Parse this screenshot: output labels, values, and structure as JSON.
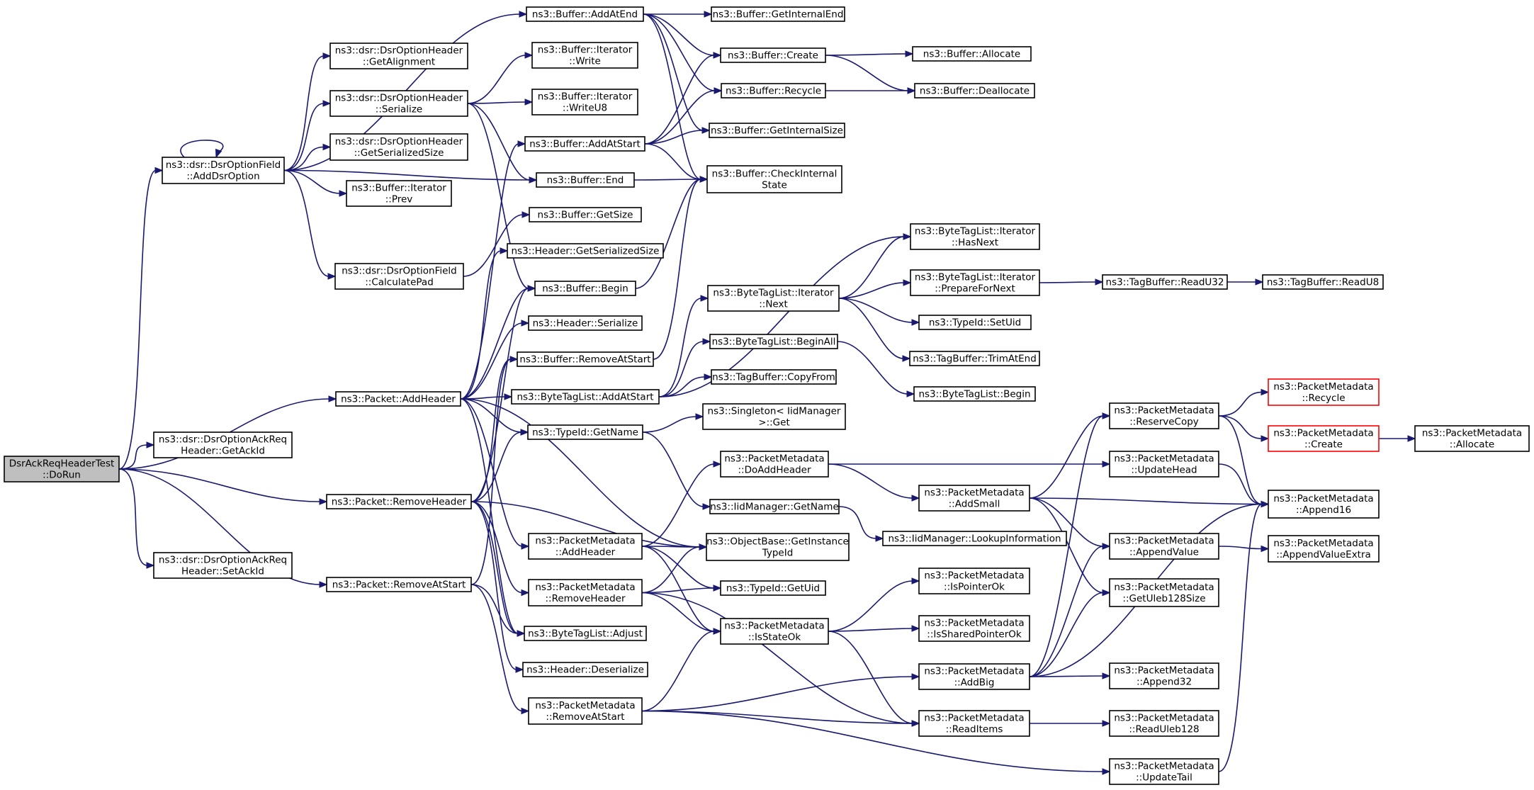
{
  "graph": {
    "colors": {
      "edge": "#191970",
      "node_border": "#000000",
      "truncated_border": "#ff0000",
      "root_fill": "#bfbfbf"
    },
    "nodes": [
      {
        "id": "dorun",
        "lines": [
          "DsrAckReqHeaderTest",
          "::DoRun"
        ],
        "root": true
      },
      {
        "id": "adddsroption",
        "lines": [
          "ns3::dsr::DsrOptionField",
          "::AddDsrOption"
        ]
      },
      {
        "id": "getackid",
        "lines": [
          "ns3::dsr::DsrOptionAckReq",
          "Header::GetAckId"
        ]
      },
      {
        "id": "setackid",
        "lines": [
          "ns3::dsr::DsrOptionAckReq",
          "Header::SetAckId"
        ]
      },
      {
        "id": "pkt_addheader",
        "lines": [
          "ns3::Packet::AddHeader"
        ]
      },
      {
        "id": "pkt_removeheader",
        "lines": [
          "ns3::Packet::RemoveHeader"
        ]
      },
      {
        "id": "pkt_removeatstart",
        "lines": [
          "ns3::Packet::RemoveAtStart"
        ]
      },
      {
        "id": "getalignment",
        "lines": [
          "ns3::dsr::DsrOptionHeader",
          "::GetAlignment"
        ]
      },
      {
        "id": "ohserialize",
        "lines": [
          "ns3::dsr::DsrOptionHeader",
          "::Serialize"
        ]
      },
      {
        "id": "ohgetserializedsize",
        "lines": [
          "ns3::dsr::DsrOptionHeader",
          "::GetSerializedSize"
        ]
      },
      {
        "id": "itprev",
        "lines": [
          "ns3::Buffer::Iterator",
          "::Prev"
        ]
      },
      {
        "id": "calcpad",
        "lines": [
          "ns3::dsr::DsrOptionField",
          "::CalculatePad"
        ]
      },
      {
        "id": "buf_addatend",
        "lines": [
          "ns3::Buffer::AddAtEnd"
        ]
      },
      {
        "id": "itwrite",
        "lines": [
          "ns3::Buffer::Iterator",
          "::Write"
        ]
      },
      {
        "id": "itwriteu8",
        "lines": [
          "ns3::Buffer::Iterator",
          "::WriteU8"
        ]
      },
      {
        "id": "buf_addatstart",
        "lines": [
          "ns3::Buffer::AddAtStart"
        ]
      },
      {
        "id": "buf_end",
        "lines": [
          "ns3::Buffer::End"
        ]
      },
      {
        "id": "buf_getsize",
        "lines": [
          "ns3::Buffer::GetSize"
        ]
      },
      {
        "id": "hdr_getserializedsize",
        "lines": [
          "ns3::Header::GetSerializedSize"
        ]
      },
      {
        "id": "buf_begin",
        "lines": [
          "ns3::Buffer::Begin"
        ]
      },
      {
        "id": "hdr_serialize",
        "lines": [
          "ns3::Header::Serialize"
        ]
      },
      {
        "id": "buf_removeatstart",
        "lines": [
          "ns3::Buffer::RemoveAtStart"
        ]
      },
      {
        "id": "btl_addatstart",
        "lines": [
          "ns3::ByteTagList::AddAtStart"
        ]
      },
      {
        "id": "typeid_getname",
        "lines": [
          "ns3::TypeId::GetName"
        ]
      },
      {
        "id": "pm_addheader",
        "lines": [
          "ns3::PacketMetadata",
          "::AddHeader"
        ]
      },
      {
        "id": "pm_removeheader",
        "lines": [
          "ns3::PacketMetadata",
          "::RemoveHeader"
        ]
      },
      {
        "id": "btl_adjust",
        "lines": [
          "ns3::ByteTagList::Adjust"
        ]
      },
      {
        "id": "hdr_deserialize",
        "lines": [
          "ns3::Header::Deserialize"
        ]
      },
      {
        "id": "pm_removeatstart",
        "lines": [
          "ns3::PacketMetadata",
          "::RemoveAtStart"
        ]
      },
      {
        "id": "buf_getinternalend",
        "lines": [
          "ns3::Buffer::GetInternalEnd"
        ]
      },
      {
        "id": "buf_create",
        "lines": [
          "ns3::Buffer::Create"
        ]
      },
      {
        "id": "buf_recycle",
        "lines": [
          "ns3::Buffer::Recycle"
        ]
      },
      {
        "id": "buf_getinternalsize",
        "lines": [
          "ns3::Buffer::GetInternalSize"
        ]
      },
      {
        "id": "buf_checkinternalstate",
        "lines": [
          "ns3::Buffer::CheckInternal",
          "State"
        ]
      },
      {
        "id": "btli_next",
        "lines": [
          "ns3::ByteTagList::Iterator",
          "::Next"
        ]
      },
      {
        "id": "btl_beginall",
        "lines": [
          "ns3::ByteTagList::BeginAll"
        ]
      },
      {
        "id": "tb_copyfrom",
        "lines": [
          "ns3::TagBuffer::CopyFrom"
        ]
      },
      {
        "id": "singleton_get",
        "lines": [
          "ns3::Singleton< IidManager",
          ">::Get"
        ]
      },
      {
        "id": "pm_doaddheader",
        "lines": [
          "ns3::PacketMetadata",
          "::DoAddHeader"
        ]
      },
      {
        "id": "iid_getname",
        "lines": [
          "ns3::IidManager::GetName"
        ]
      },
      {
        "id": "ob_getinstancetypeid",
        "lines": [
          "ns3::ObjectBase::GetInstance",
          "TypeId"
        ]
      },
      {
        "id": "typeid_getuid",
        "lines": [
          "ns3::TypeId::GetUid"
        ]
      },
      {
        "id": "pm_isstateok",
        "lines": [
          "ns3::PacketMetadata",
          "::IsStateOk"
        ]
      },
      {
        "id": "buf_allocate",
        "lines": [
          "ns3::Buffer::Allocate"
        ]
      },
      {
        "id": "buf_deallocate",
        "lines": [
          "ns3::Buffer::Deallocate"
        ]
      },
      {
        "id": "btli_hasnext",
        "lines": [
          "ns3::ByteTagList::Iterator",
          "::HasNext"
        ]
      },
      {
        "id": "btli_preparefornext",
        "lines": [
          "ns3::ByteTagList::Iterator",
          "::PrepareForNext"
        ]
      },
      {
        "id": "typeid_setuid",
        "lines": [
          "ns3::TypeId::SetUid"
        ]
      },
      {
        "id": "tb_trimatend",
        "lines": [
          "ns3::TagBuffer::TrimAtEnd"
        ]
      },
      {
        "id": "btl_begin",
        "lines": [
          "ns3::ByteTagList::Begin"
        ]
      },
      {
        "id": "pm_addsmall",
        "lines": [
          "ns3::PacketMetadata",
          "::AddSmall"
        ]
      },
      {
        "id": "iid_lookupinformation",
        "lines": [
          "ns3::IidManager::LookupInformation"
        ]
      },
      {
        "id": "pm_ispointerok",
        "lines": [
          "ns3::PacketMetadata",
          "::IsPointerOk"
        ]
      },
      {
        "id": "pm_issharedpointerok",
        "lines": [
          "ns3::PacketMetadata",
          "::IsSharedPointerOk"
        ]
      },
      {
        "id": "pm_addbig",
        "lines": [
          "ns3::PacketMetadata",
          "::AddBig"
        ]
      },
      {
        "id": "pm_readitems",
        "lines": [
          "ns3::PacketMetadata",
          "::ReadItems"
        ]
      },
      {
        "id": "tb_readu32",
        "lines": [
          "ns3::TagBuffer::ReadU32"
        ]
      },
      {
        "id": "tb_readu8",
        "lines": [
          "ns3::TagBuffer::ReadU8"
        ]
      },
      {
        "id": "pm_reservecopy",
        "lines": [
          "ns3::PacketMetadata",
          "::ReserveCopy"
        ]
      },
      {
        "id": "pm_updatehead",
        "lines": [
          "ns3::PacketMetadata",
          "::UpdateHead"
        ]
      },
      {
        "id": "pm_appendvalue",
        "lines": [
          "ns3::PacketMetadata",
          "::AppendValue"
        ]
      },
      {
        "id": "pm_getuleb128size",
        "lines": [
          "ns3::PacketMetadata",
          "::GetUleb128Size"
        ]
      },
      {
        "id": "pm_append32",
        "lines": [
          "ns3::PacketMetadata",
          "::Append32"
        ]
      },
      {
        "id": "pm_readuleb128",
        "lines": [
          "ns3::PacketMetadata",
          "::ReadUleb128"
        ]
      },
      {
        "id": "pm_updatetail",
        "lines": [
          "ns3::PacketMetadata",
          "::UpdateTail"
        ]
      },
      {
        "id": "pm_recycle",
        "lines": [
          "ns3::PacketMetadata",
          "::Recycle"
        ],
        "truncated": true
      },
      {
        "id": "pm_create",
        "lines": [
          "ns3::PacketMetadata",
          "::Create"
        ],
        "truncated": true
      },
      {
        "id": "pm_append16",
        "lines": [
          "ns3::PacketMetadata",
          "::Append16"
        ]
      },
      {
        "id": "pm_appendvalueextra",
        "lines": [
          "ns3::PacketMetadata",
          "::AppendValueExtra"
        ]
      },
      {
        "id": "pm_allocate",
        "lines": [
          "ns3::PacketMetadata",
          "::Allocate"
        ]
      }
    ],
    "edges": [
      [
        "dorun",
        "adddsroption"
      ],
      [
        "dorun",
        "pkt_addheader"
      ],
      [
        "dorun",
        "getackid"
      ],
      [
        "dorun",
        "pkt_removeheader"
      ],
      [
        "dorun",
        "setackid"
      ],
      [
        "dorun",
        "pkt_removeatstart"
      ],
      [
        "adddsroption",
        "adddsroption"
      ],
      [
        "adddsroption",
        "buf_addatend"
      ],
      [
        "adddsroption",
        "getalignment"
      ],
      [
        "adddsroption",
        "ohserialize"
      ],
      [
        "adddsroption",
        "ohgetserializedsize"
      ],
      [
        "adddsroption",
        "itprev"
      ],
      [
        "adddsroption",
        "calcpad"
      ],
      [
        "adddsroption",
        "buf_end"
      ],
      [
        "ohserialize",
        "itwrite"
      ],
      [
        "ohserialize",
        "itwriteu8"
      ],
      [
        "ohserialize",
        "buf_end"
      ],
      [
        "ohserialize",
        "buf_begin"
      ],
      [
        "calcpad",
        "buf_getsize"
      ],
      [
        "buf_addatend",
        "buf_getinternalend"
      ],
      [
        "buf_addatend",
        "buf_create"
      ],
      [
        "buf_addatend",
        "buf_recycle"
      ],
      [
        "buf_addatend",
        "buf_getinternalsize"
      ],
      [
        "buf_addatend",
        "buf_checkinternalstate"
      ],
      [
        "buf_addatstart",
        "buf_create"
      ],
      [
        "buf_addatstart",
        "buf_recycle"
      ],
      [
        "buf_addatstart",
        "buf_getinternalsize"
      ],
      [
        "buf_addatstart",
        "buf_checkinternalstate"
      ],
      [
        "buf_end",
        "buf_checkinternalstate"
      ],
      [
        "buf_begin",
        "buf_checkinternalstate"
      ],
      [
        "buf_removeatstart",
        "buf_checkinternalstate"
      ],
      [
        "buf_create",
        "buf_allocate"
      ],
      [
        "buf_create",
        "buf_deallocate"
      ],
      [
        "buf_recycle",
        "buf_deallocate"
      ],
      [
        "pkt_addheader",
        "buf_addatstart"
      ],
      [
        "pkt_addheader",
        "hdr_getserializedsize"
      ],
      [
        "pkt_addheader",
        "buf_begin"
      ],
      [
        "pkt_addheader",
        "hdr_serialize"
      ],
      [
        "pkt_addheader",
        "btl_addatstart"
      ],
      [
        "pkt_addheader",
        "typeid_getname"
      ],
      [
        "pkt_addheader",
        "pm_addheader"
      ],
      [
        "pkt_addheader",
        "ob_getinstancetypeid"
      ],
      [
        "pkt_addheader",
        "btl_adjust"
      ],
      [
        "pkt_removeheader",
        "buf_begin"
      ],
      [
        "pkt_removeheader",
        "buf_removeatstart"
      ],
      [
        "pkt_removeheader",
        "typeid_getname"
      ],
      [
        "pkt_removeheader",
        "ob_getinstancetypeid"
      ],
      [
        "pkt_removeheader",
        "pm_removeheader"
      ],
      [
        "pkt_removeheader",
        "btl_adjust"
      ],
      [
        "pkt_removeheader",
        "hdr_deserialize"
      ],
      [
        "pkt_removeatstart",
        "buf_removeatstart"
      ],
      [
        "pkt_removeatstart",
        "btl_adjust"
      ],
      [
        "pkt_removeatstart",
        "pm_removeatstart"
      ],
      [
        "btl_addatstart",
        "btli_hasnext"
      ],
      [
        "btl_addatstart",
        "btli_next"
      ],
      [
        "btl_addatstart",
        "btl_beginall"
      ],
      [
        "btl_addatstart",
        "tb_copyfrom"
      ],
      [
        "btli_next",
        "btli_hasnext"
      ],
      [
        "btli_next",
        "btli_preparefornext"
      ],
      [
        "btli_next",
        "typeid_setuid"
      ],
      [
        "btli_next",
        "tb_trimatend"
      ],
      [
        "btl_beginall",
        "btl_begin"
      ],
      [
        "btli_preparefornext",
        "tb_readu32"
      ],
      [
        "tb_readu32",
        "tb_readu8"
      ],
      [
        "typeid_getname",
        "singleton_get"
      ],
      [
        "typeid_getname",
        "iid_getname"
      ],
      [
        "iid_getname",
        "iid_lookupinformation"
      ],
      [
        "pm_addheader",
        "pm_doaddheader"
      ],
      [
        "pm_addheader",
        "ob_getinstancetypeid"
      ],
      [
        "pm_addheader",
        "typeid_getuid"
      ],
      [
        "pm_addheader",
        "pm_isstateok"
      ],
      [
        "pm_removeheader",
        "ob_getinstancetypeid"
      ],
      [
        "pm_removeheader",
        "typeid_getuid"
      ],
      [
        "pm_removeheader",
        "pm_isstateok"
      ],
      [
        "pm_removeheader",
        "pm_readitems"
      ],
      [
        "pm_removeatstart",
        "pm_isstateok"
      ],
      [
        "pm_removeatstart",
        "pm_addbig"
      ],
      [
        "pm_removeatstart",
        "pm_readitems"
      ],
      [
        "pm_removeatstart",
        "pm_updatetail"
      ],
      [
        "pm_doaddheader",
        "pm_updatehead"
      ],
      [
        "pm_doaddheader",
        "pm_addsmall"
      ],
      [
        "pm_isstateok",
        "pm_ispointerok"
      ],
      [
        "pm_isstateok",
        "pm_issharedpointerok"
      ],
      [
        "pm_isstateok",
        "pm_readitems"
      ],
      [
        "pm_addsmall",
        "pm_reservecopy"
      ],
      [
        "pm_addsmall",
        "pm_append16"
      ],
      [
        "pm_addsmall",
        "pm_appendvalue"
      ],
      [
        "pm_addsmall",
        "pm_getuleb128size"
      ],
      [
        "pm_addbig",
        "pm_reservecopy"
      ],
      [
        "pm_addbig",
        "pm_appendvalue"
      ],
      [
        "pm_addbig",
        "pm_getuleb128size"
      ],
      [
        "pm_addbig",
        "pm_append32"
      ],
      [
        "pm_addbig",
        "pm_append16"
      ],
      [
        "pm_readitems",
        "pm_readuleb128"
      ],
      [
        "pm_reservecopy",
        "pm_recycle"
      ],
      [
        "pm_reservecopy",
        "pm_create"
      ],
      [
        "pm_reservecopy",
        "pm_append16"
      ],
      [
        "pm_create",
        "pm_allocate"
      ],
      [
        "pm_updatehead",
        "pm_append16"
      ],
      [
        "pm_updatetail",
        "pm_append16"
      ],
      [
        "pm_appendvalue",
        "pm_appendvalueextra"
      ]
    ]
  }
}
